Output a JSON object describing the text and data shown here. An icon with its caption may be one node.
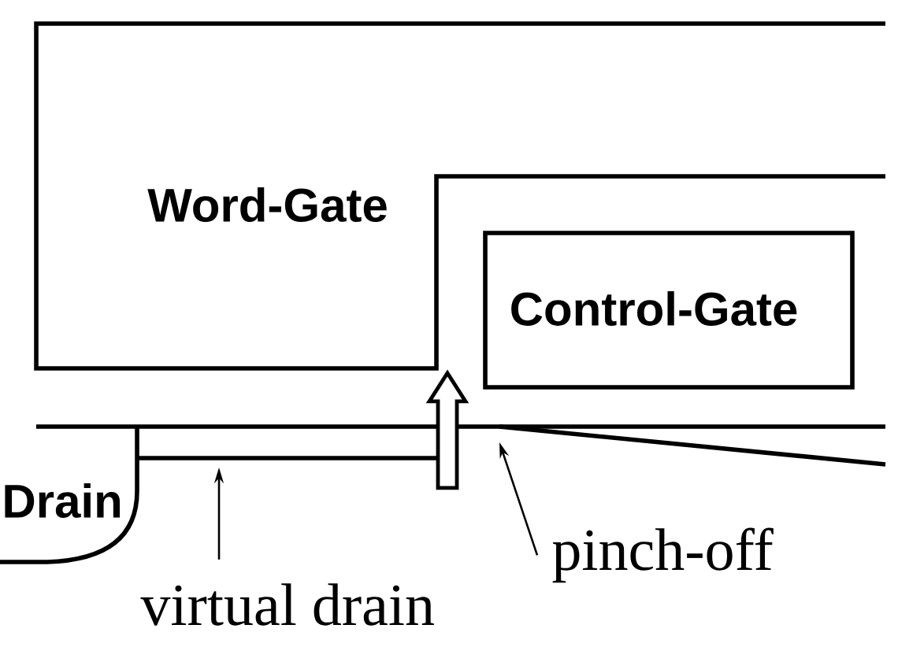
{
  "diagram": {
    "nodes": [
      {
        "text": [
          "Word-Gate"
        ]
      },
      {
        "text": [
          "Control-Gate"
        ]
      },
      {
        "text": [
          "Drain"
        ]
      },
      {
        "text": [
          "virtual drain"
        ]
      },
      {
        "text": [
          "pinch-off"
        ]
      }
    ],
    "edges": [
      {
        "from": 3,
        "to": null,
        "arrow": "to"
      },
      {
        "from": 4,
        "to": null,
        "arrow": "to"
      }
    ]
  }
}
